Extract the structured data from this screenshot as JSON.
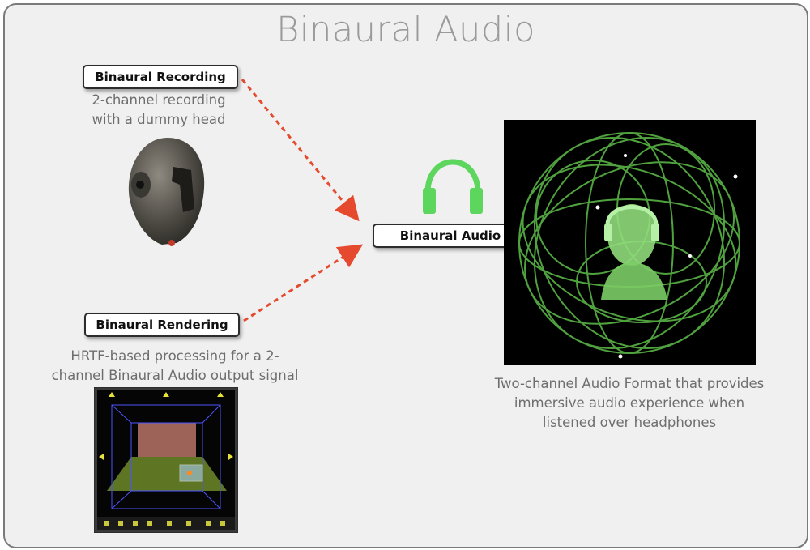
{
  "title": "Binaural Audio",
  "recording": {
    "label": "Binaural Recording",
    "line1": "2-channel recording",
    "line2": "with a dummy head"
  },
  "rendering": {
    "label": "Binaural Rendering",
    "line1": "HRTF-based processing for a 2-",
    "line2": "channel Binaural Audio output signal"
  },
  "output": {
    "label": "Binaural Audio",
    "line1": "Two-channel Audio Format that provides",
    "line2": "immersive audio experience when",
    "line3": "listened over headphones"
  },
  "icons": {
    "headphones": "headphones-icon",
    "dummy_head": "dummy-head-icon",
    "render_panel": "spatial-renderer-icon",
    "sphere": "sound-sphere-icon"
  },
  "colors": {
    "arrow": "#e64a2e",
    "headphones": "#5cd65c",
    "sphere_mesh": "#5fbf4a",
    "title": "#9a9a9a"
  }
}
